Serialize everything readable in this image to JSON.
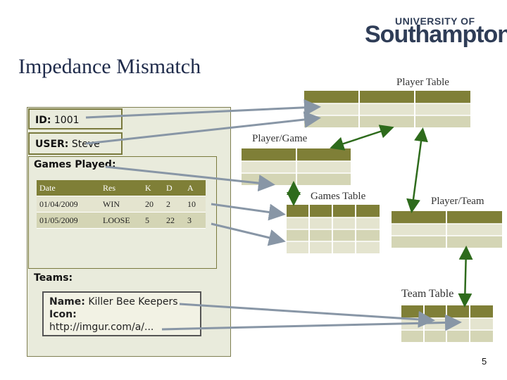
{
  "logo": {
    "line1": "UNIVERSITY OF",
    "line2": "Southampton"
  },
  "slide": {
    "title": "Impedance Mismatch",
    "page_number": "5"
  },
  "labels": {
    "player_table": "Player Table",
    "player_game": "Player/Game",
    "games_table": "Games Table",
    "player_team": "Player/Team",
    "team_table": "Team Table"
  },
  "record": {
    "id_label": "ID:",
    "id_value": "1001",
    "user_label": "USER:",
    "user_value": "Steve",
    "games_label": "Games Played:",
    "games_table": {
      "headers": [
        "Date",
        "Res",
        "K",
        "D",
        "A"
      ],
      "rows": [
        [
          "01/04/2009",
          "WIN",
          "20",
          "2",
          "10"
        ],
        [
          "01/05/2009",
          "LOOSE",
          "5",
          "22",
          "3"
        ]
      ]
    },
    "teams_label": "Teams:",
    "team_name_label": "Name:",
    "team_name_value": "Killer Bee Keepers",
    "icon_label": "Icon:",
    "icon_value": "http://imgur.com/a/..."
  },
  "colors": {
    "header_olive": "#7f7f37",
    "row_light": "#e4e4cf",
    "row_mid": "#d4d5b5",
    "arrow": "#8896a6",
    "box_bg": "#e9ebdc"
  }
}
